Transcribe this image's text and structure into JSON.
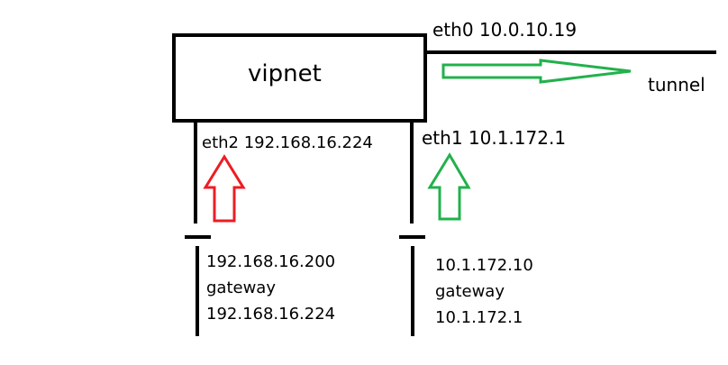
{
  "diagram": {
    "title": "vipnet",
    "eth0": "eth0 10.0.10.19",
    "tunnel": "tunnel",
    "eth1": "eth1 10.1.172.1",
    "eth2": "eth2 192.168.16.224",
    "left_host": {
      "ip": "192.168.16.200",
      "gateway_label": "gateway",
      "gateway_ip": "192.168.16.224"
    },
    "right_host": {
      "ip": "10.1.172.10",
      "gateway_label": "gateway",
      "gateway_ip": "10.1.172.1"
    },
    "colors": {
      "line": "#000000",
      "green_arrow": "#22b14c",
      "red_arrow": "#ed1c24"
    }
  }
}
